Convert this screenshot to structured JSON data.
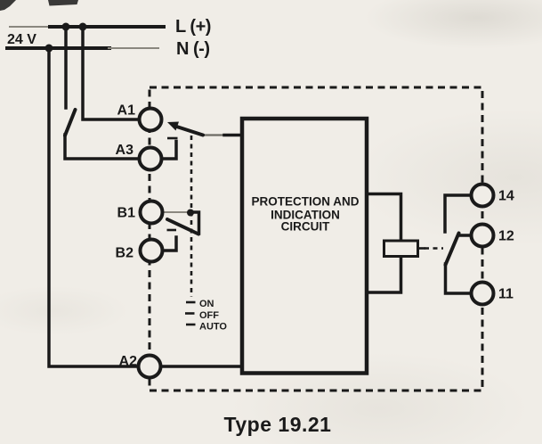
{
  "figure": {
    "caption": "Type 19.21",
    "supply": {
      "voltage": "24 V",
      "line_live": "L (+)",
      "line_neutral": "N (-)"
    },
    "block": {
      "title_line1": "PROTECTION AND",
      "title_line2": "INDICATION",
      "title_line3": "CIRCUIT"
    },
    "terminals": {
      "a1": "A1",
      "a3": "A3",
      "b1": "B1",
      "b2": "B2",
      "a2": "A2",
      "t14": "14",
      "t12": "12",
      "t11": "11"
    },
    "selector": {
      "positions": [
        "ON",
        "OFF",
        "AUTO"
      ]
    },
    "colors": {
      "ink": "#1a1a1a",
      "paper": "#f0ede7",
      "faint": "#8a877f"
    }
  }
}
